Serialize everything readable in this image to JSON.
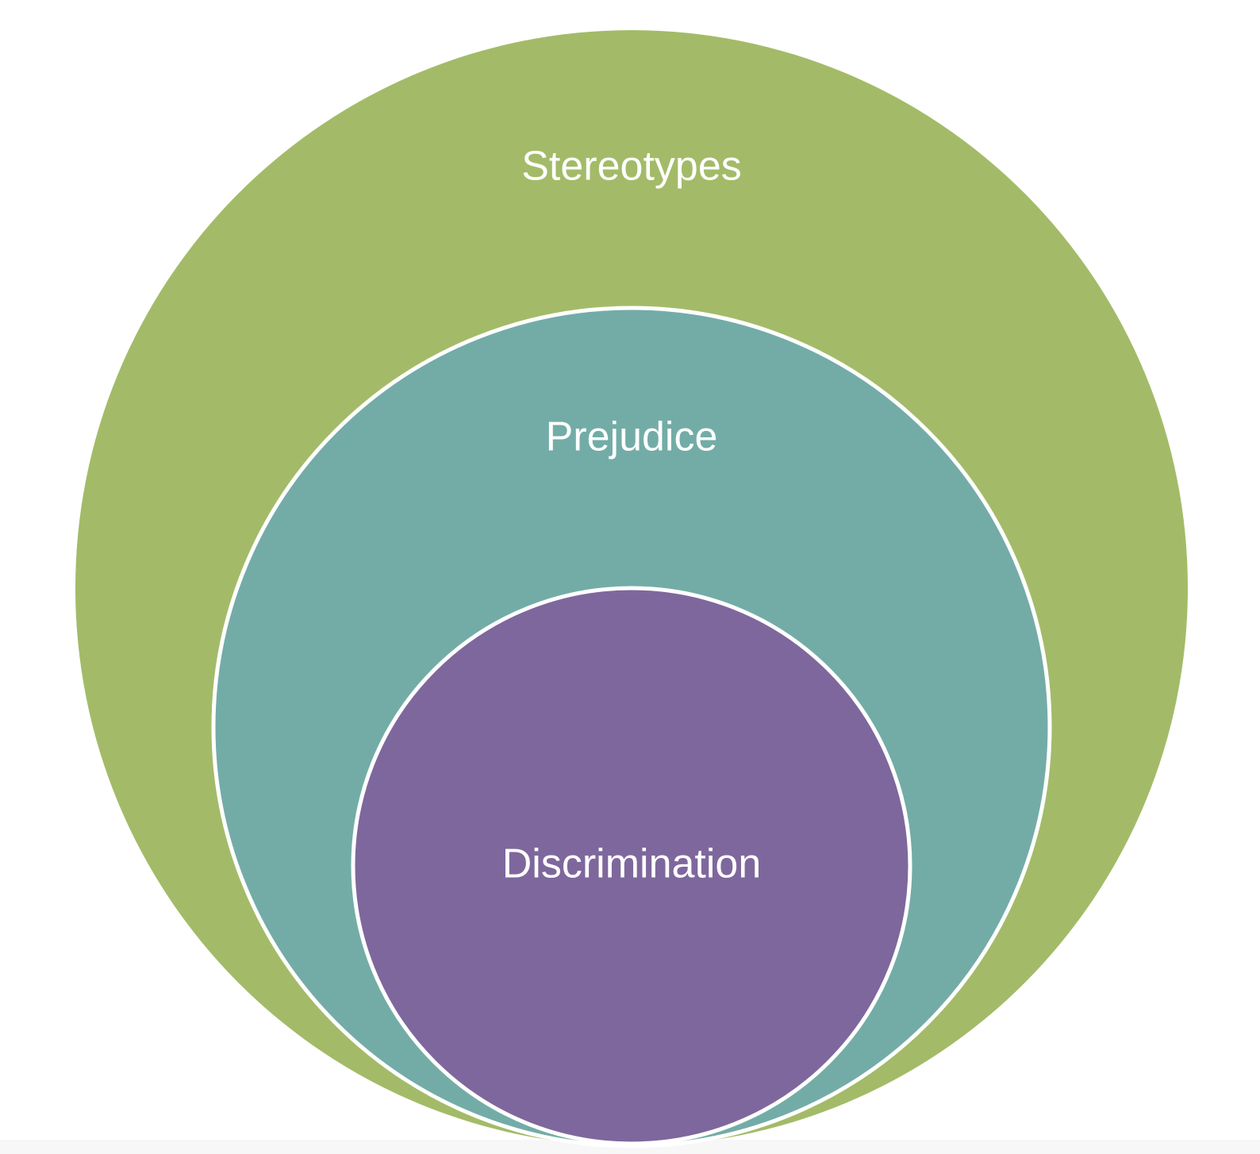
{
  "diagram": {
    "type": "nested-circles",
    "circles": [
      {
        "key": "outer",
        "label": "Stereotypes",
        "color": "#a3bb68"
      },
      {
        "key": "middle",
        "label": "Prejudice",
        "color": "#73aca7"
      },
      {
        "key": "inner",
        "label": "Discrimination",
        "color": "#7e679d"
      }
    ],
    "outline_color": "#ffffff"
  }
}
